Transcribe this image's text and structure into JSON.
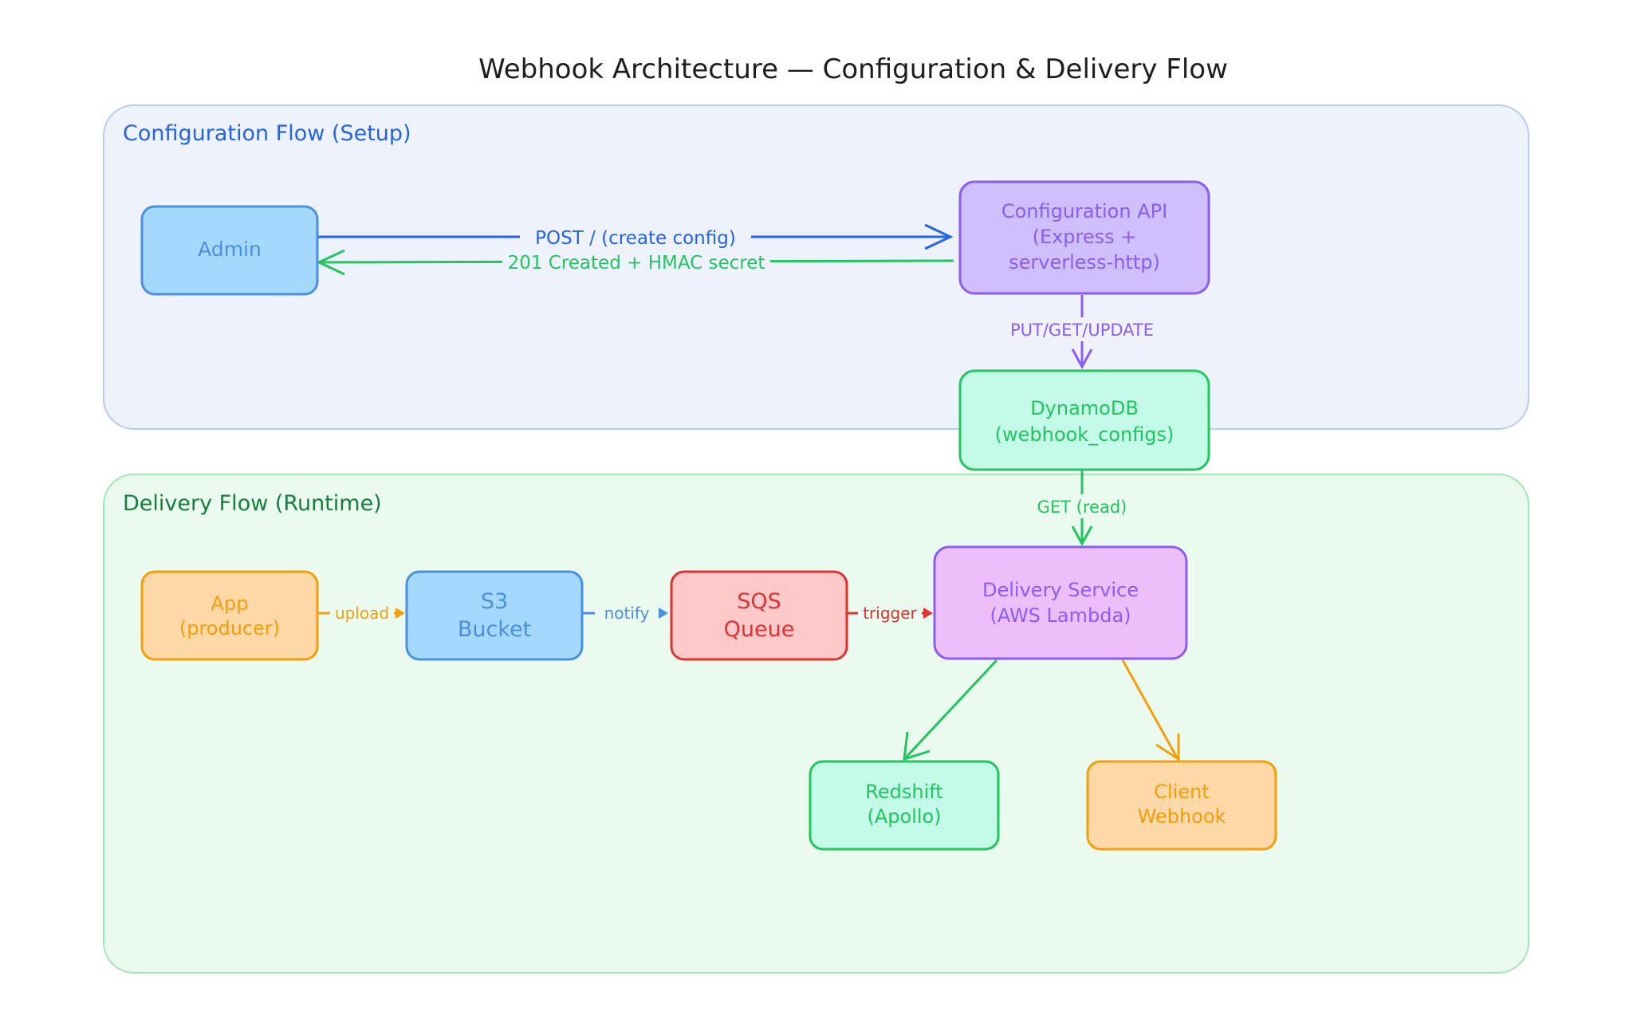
{
  "title": "Webhook Architecture — Configuration & Delivery Flow",
  "colors": {
    "blue": "#2563eb",
    "green": "#22c55e",
    "purple": "#8b5cf6",
    "orange": "#f59e0b",
    "red": "#e03131",
    "config_zone_fill": "#eef2fc",
    "config_zone_stroke": "#b6cdf1",
    "delivery_zone_fill": "#ebfaee",
    "delivery_zone_stroke": "#a7e3b8"
  },
  "zones": {
    "config": {
      "label": "Configuration Flow (Setup)"
    },
    "delivery": {
      "label": "Delivery Flow (Runtime)"
    }
  },
  "nodes": {
    "admin": {
      "lines": [
        "Admin"
      ]
    },
    "config_api": {
      "lines": [
        "Configuration API",
        "(Express +",
        "serverless-http)"
      ]
    },
    "dynamodb": {
      "lines": [
        "DynamoDB",
        "(webhook_configs)"
      ]
    },
    "app": {
      "lines": [
        "App",
        "(producer)"
      ]
    },
    "s3": {
      "lines": [
        "S3",
        "Bucket"
      ]
    },
    "sqs": {
      "lines": [
        "SQS",
        "Queue"
      ]
    },
    "delivery_service": {
      "lines": [
        "Delivery Service",
        "(AWS Lambda)"
      ]
    },
    "redshift": {
      "lines": [
        "Redshift",
        "(Apollo)"
      ]
    },
    "client_webhook": {
      "lines": [
        "Client",
        "Webhook"
      ]
    }
  },
  "edges": {
    "post_create": {
      "label": "POST / (create config)"
    },
    "created_secret": {
      "label": "201 Created + HMAC secret"
    },
    "put_get_update": {
      "label": "PUT/GET/UPDATE"
    },
    "get_read": {
      "label": "GET (read)"
    },
    "upload": {
      "label": "upload"
    },
    "notify": {
      "label": "notify"
    },
    "trigger": {
      "label": "trigger"
    }
  }
}
